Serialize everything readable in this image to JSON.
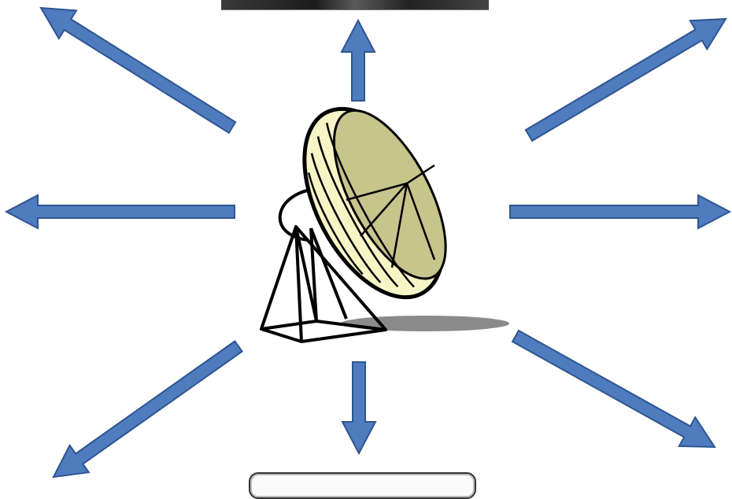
{
  "colors": {
    "arrow_fill": "#4f7bbf",
    "arrow_stroke": "#2e5590",
    "dish_fill": "#f7f4c6",
    "dish_inner": "#c7c48c",
    "outline": "#000000",
    "shadow": "#8a8a8a"
  },
  "icons": [
    "satellite-dish-icon",
    "arrow-icon"
  ],
  "arrows": [
    {
      "name": "arrow-up",
      "direction": "up"
    },
    {
      "name": "arrow-up-right",
      "direction": "up-right"
    },
    {
      "name": "arrow-right",
      "direction": "right"
    },
    {
      "name": "arrow-down-right",
      "direction": "down-right"
    },
    {
      "name": "arrow-down",
      "direction": "down"
    },
    {
      "name": "arrow-down-left",
      "direction": "down-left"
    },
    {
      "name": "arrow-left",
      "direction": "left"
    },
    {
      "name": "arrow-up-left",
      "direction": "up-left"
    }
  ]
}
